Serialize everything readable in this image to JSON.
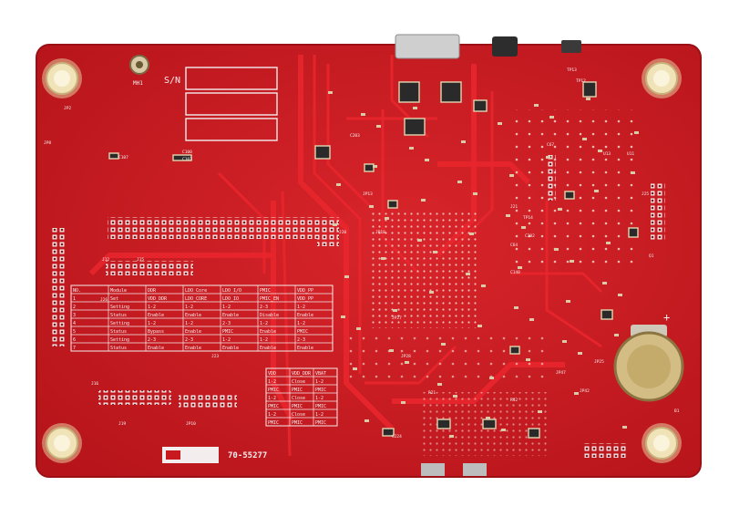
{
  "board": {
    "colors": {
      "substrate": "#c8191f",
      "trace": "#e8262c",
      "silkscreen": "#f3eded",
      "pad": "#d9cba8",
      "standoff": "#f1e3b8",
      "battery": "#c9b27a",
      "component": "#2a2a2a",
      "background": "#ffffff"
    },
    "serial_label": "S/N",
    "mounting_hole_label": "MH1",
    "part_number": "70-55277",
    "designators": [
      "JP2",
      "JP8",
      "J12",
      "J15",
      "J16",
      "J19",
      "JP10",
      "JP13",
      "JP18",
      "J20",
      "J21",
      "J23",
      "J25",
      "J26",
      "JP27",
      "JP28",
      "JP42",
      "JP47",
      "JP25",
      "TP13",
      "TP12",
      "TP14",
      "C64",
      "C67",
      "C100",
      "C103",
      "C107",
      "C140",
      "C202",
      "C203",
      "C224",
      "R21",
      "R42",
      "U13",
      "U11",
      "Q1",
      "B1"
    ]
  },
  "config_table_1": {
    "columns": [
      "NO.",
      "Module",
      "DDR",
      "LDO Core",
      "LDO I/O",
      "PMIC",
      "VDD_PP"
    ],
    "rows": [
      [
        "1",
        "Set",
        "VDD_DDR",
        "LDO_CORE",
        "LDO_IO",
        "PMIC_EN",
        "VDD_PP"
      ],
      [
        "2",
        "Setting",
        "1-2",
        "1-2",
        "1-2",
        "2-3",
        "1-2"
      ],
      [
        "3",
        "Status",
        "Enable",
        "Enable",
        "Enable",
        "Disable",
        "Enable"
      ],
      [
        "4",
        "Setting",
        "1-2",
        "1-2",
        "2-3",
        "1-2",
        "1-2"
      ],
      [
        "5",
        "Status",
        "Bypass",
        "Enable",
        "PMIC",
        "Enable",
        "PMIC"
      ],
      [
        "6",
        "Setting",
        "2-3",
        "2-3",
        "1-2",
        "1-2",
        "2-3"
      ],
      [
        "7",
        "Status",
        "Enable",
        "Enable",
        "Enable",
        "Enable",
        "Enable"
      ]
    ]
  },
  "config_table_2": {
    "columns": [
      "VDD",
      "VDD_DDR",
      "VBAT"
    ],
    "rows": [
      [
        "1-2",
        "Close",
        "1-2"
      ],
      [
        "PMIC",
        "PMIC",
        "PMIC"
      ],
      [
        "1-2",
        "Close",
        "1-2"
      ],
      [
        "PMIC",
        "PMIC",
        "PMIC"
      ],
      [
        "1-2",
        "Close",
        "1-2"
      ],
      [
        "PMIC",
        "PMIC",
        "PMIC"
      ]
    ]
  }
}
